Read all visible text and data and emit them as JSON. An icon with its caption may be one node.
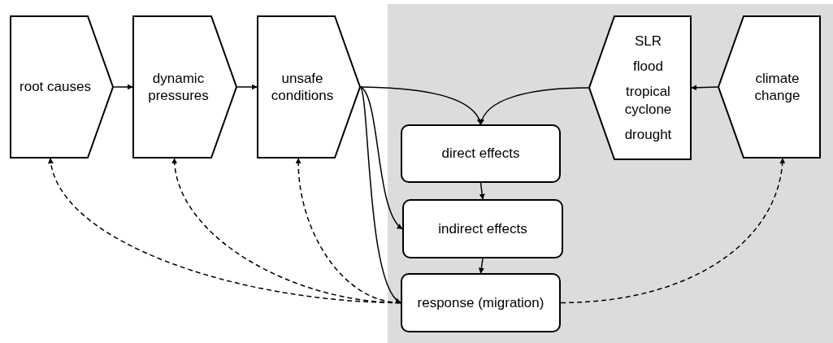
{
  "diagram": {
    "nodes": [
      {
        "text": [
          "root causes"
        ]
      },
      {
        "text": [
          "dynamic pressures"
        ]
      },
      {
        "text": [
          "unsafe conditions"
        ]
      },
      {
        "text": [
          "SLR",
          "flood",
          "tropical cyclone",
          "drought"
        ]
      },
      {
        "text": [
          "climate change"
        ]
      },
      {
        "text": [
          "direct effects"
        ]
      },
      {
        "text": [
          "indirect effects"
        ]
      },
      {
        "text": [
          "response (migration)"
        ]
      }
    ],
    "edges": [
      {
        "from": 0,
        "to": 1,
        "arrow": "to"
      },
      {
        "from": 1,
        "to": 2,
        "arrow": "to"
      },
      {
        "from": 2,
        "to": 5,
        "arrow": "to"
      },
      {
        "from": 3,
        "to": 5,
        "arrow": "to"
      },
      {
        "from": 4,
        "to": 3,
        "arrow": "to"
      },
      {
        "from": 5,
        "to": 6,
        "arrow": "to"
      },
      {
        "from": 6,
        "to": 7,
        "arrow": "to"
      },
      {
        "from": 2,
        "to": 6,
        "arrow": "to"
      },
      {
        "from": 2,
        "to": 7,
        "arrow": "to"
      },
      {
        "from": 7,
        "to": 0,
        "arrow": "to",
        "style": "dashed"
      },
      {
        "from": 7,
        "to": 1,
        "arrow": "to",
        "style": "dashed"
      },
      {
        "from": 7,
        "to": 2,
        "arrow": "to",
        "style": "dashed"
      },
      {
        "from": 7,
        "to": 4,
        "arrow": "to",
        "style": "dashed"
      }
    ]
  }
}
